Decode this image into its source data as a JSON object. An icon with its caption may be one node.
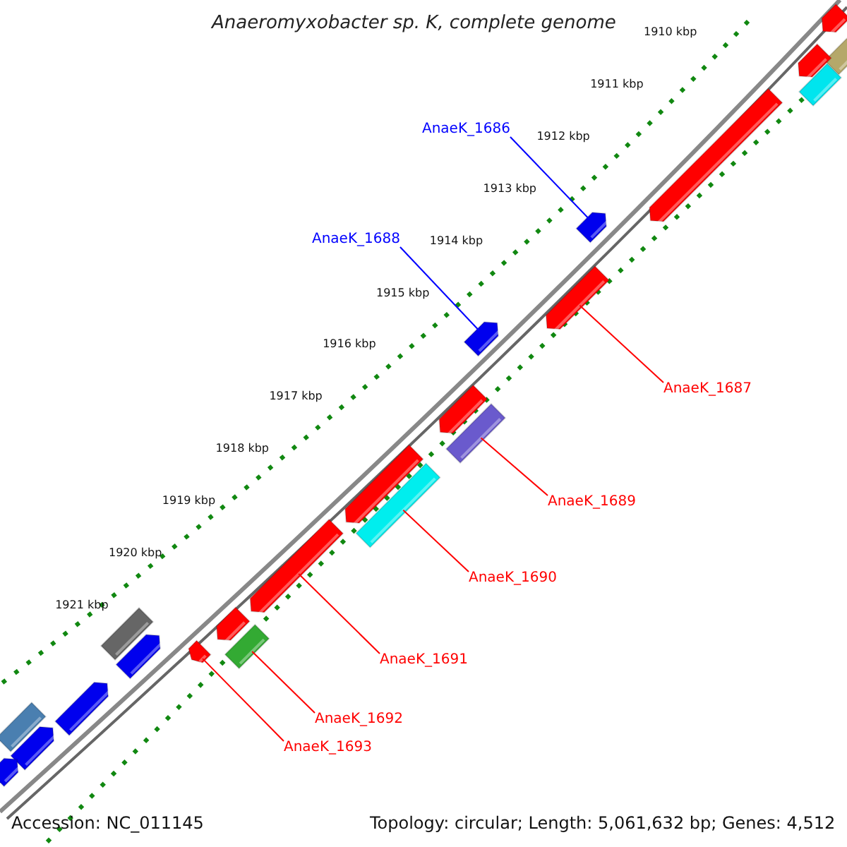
{
  "diagram": {
    "title": "Anaeromyxobacter sp. K, complete genome",
    "nodes": [
      {
        "text": [
          "AnaeK_1686"
        ]
      },
      {
        "text": [],
        "shape": "arrow"
      },
      {
        "text": [
          "AnaeK_1688"
        ]
      },
      {
        "text": [],
        "shape": "arrow"
      },
      {
        "text": [
          "AnaeK_1687"
        ]
      },
      {
        "text": [],
        "shape": "arrow"
      },
      {
        "text": [
          "AnaeK_1689"
        ]
      },
      {
        "text": [],
        "shape": "box"
      },
      {
        "text": [
          "AnaeK_1690"
        ]
      },
      {
        "text": [],
        "shape": "box"
      },
      {
        "text": [
          "AnaeK_1691"
        ]
      },
      {
        "text": [],
        "shape": "arrow"
      },
      {
        "text": [
          "AnaeK_1692"
        ]
      },
      {
        "text": [],
        "shape": "box"
      },
      {
        "text": [
          "AnaeK_1693"
        ]
      },
      {
        "text": [],
        "shape": "arrow"
      },
      {
        "text": [],
        "shape": "arrow"
      },
      {
        "text": [],
        "shape": "box"
      },
      {
        "text": [],
        "shape": "arrow"
      },
      {
        "text": [],
        "shape": "box"
      },
      {
        "text": [],
        "shape": "arrow"
      },
      {
        "text": [],
        "shape": "arrow"
      },
      {
        "text": [],
        "shape": "arrow"
      },
      {
        "text": [],
        "shape": "arrow"
      },
      {
        "text": [],
        "shape": "box"
      },
      {
        "text": [],
        "shape": "arrow"
      },
      {
        "text": [],
        "shape": "arrow"
      },
      {
        "text": [],
        "shape": "box"
      },
      {
        "text": [],
        "shape": "arrow"
      },
      {
        "text": [],
        "shape": "arrow"
      }
    ],
    "edges": [
      {
        "from": 0,
        "to": 1,
        "arrow": "none",
        "color": "#0000ff"
      },
      {
        "from": 2,
        "to": 3,
        "arrow": "none",
        "color": "#0000ff"
      },
      {
        "from": 4,
        "to": 5,
        "arrow": "none"
      },
      {
        "from": 6,
        "to": 7,
        "arrow": "none"
      },
      {
        "from": 8,
        "to": 9,
        "arrow": "none"
      },
      {
        "from": 10,
        "to": 11,
        "arrow": "none"
      },
      {
        "from": 12,
        "to": 13,
        "arrow": "none"
      },
      {
        "from": 14,
        "to": 15,
        "arrow": "none"
      }
    ],
    "labels": [
      "1910 kbp",
      "1911 kbp",
      "1912 kbp",
      "1913 kbp",
      "1914 kbp",
      "1915 kbp",
      "1916 kbp",
      "1917 kbp",
      "1918 kbp",
      "1919 kbp",
      "1920 kbp",
      "1921 kbp",
      "Accession: NC_011145",
      "Topology: circular; Length: 5,061,632 bp; Genes: 4,512"
    ]
  }
}
